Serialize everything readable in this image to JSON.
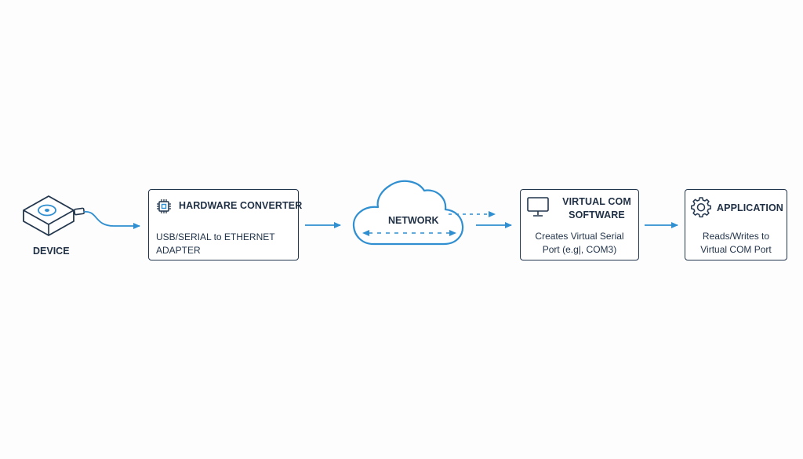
{
  "diagram": {
    "device": {
      "label": "DEVICE",
      "icon": "device-icon"
    },
    "hardware_converter": {
      "title": "HARDWARE CONVERTER",
      "description": "USB/SERIAL to ETHERNET ADAPTER",
      "icon": "chip-icon"
    },
    "network": {
      "label": "NETWORK",
      "icon": "cloud-icon"
    },
    "virtual_com_software": {
      "title": "VIRTUAL COM SOFTWARE",
      "description": "Creates Virtual Serial Port (e.g|, COM3)",
      "icon": "monitor-icon"
    },
    "application": {
      "title": "APPLICATION",
      "description": "Reads/Writes to Virtual COM Port",
      "icon": "gear-icon"
    },
    "colors": {
      "accent": "#2f8fd0",
      "outline": "#22364d",
      "text": "#1f2f44"
    }
  }
}
